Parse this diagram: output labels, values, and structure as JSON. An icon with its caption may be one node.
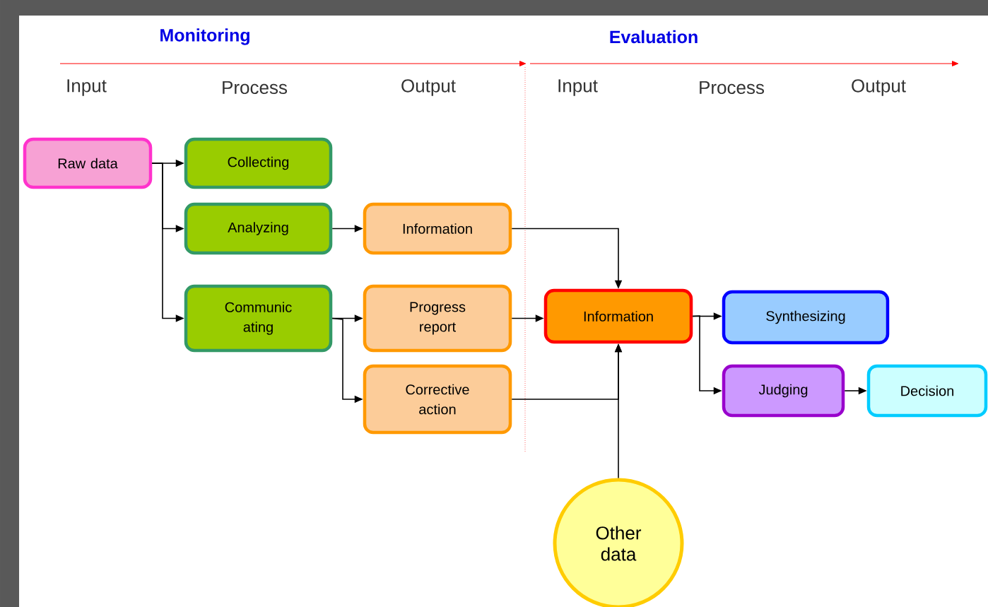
{
  "diagram": {
    "nodes": [
      {
        "text": [
          "Raw data"
        ]
      },
      {
        "text": [
          "Collecting"
        ]
      },
      {
        "text": [
          "Analyzing"
        ]
      },
      {
        "text": [
          "Communic ating"
        ]
      },
      {
        "text": [
          "Information"
        ]
      },
      {
        "text": [
          "Progress report"
        ]
      },
      {
        "text": [
          "Corrective action"
        ]
      },
      {
        "text": [
          "Information"
        ]
      },
      {
        "text": [
          "Synthesizing"
        ]
      },
      {
        "text": [
          "Judging"
        ]
      },
      {
        "text": [
          "Decision"
        ]
      },
      {
        "text": [
          "Other data"
        ]
      }
    ],
    "edges": [
      {
        "from": 0,
        "to": 1,
        "arrow": "to"
      },
      {
        "from": 0,
        "to": 2,
        "arrow": "to"
      },
      {
        "from": 0,
        "to": 3,
        "arrow": "to"
      },
      {
        "from": 2,
        "to": 4,
        "arrow": "to"
      },
      {
        "from": 3,
        "to": 5,
        "arrow": "to"
      },
      {
        "from": 3,
        "to": 6,
        "arrow": "to"
      },
      {
        "from": 4,
        "to": 7,
        "arrow": "to"
      },
      {
        "from": 5,
        "to": 7,
        "arrow": "to"
      },
      {
        "from": 6,
        "to": 7,
        "arrow": "to"
      },
      {
        "from": 11,
        "to": 7,
        "arrow": "to"
      },
      {
        "from": 7,
        "to": 8,
        "arrow": "to"
      },
      {
        "from": 7,
        "to": 9,
        "arrow": "to"
      },
      {
        "from": 9,
        "to": 10,
        "arrow": "to"
      }
    ],
    "labels": [
      "Monitoring",
      "Evaluation",
      "Input",
      "Process",
      "Output",
      "Input",
      "Process",
      "Output"
    ]
  }
}
